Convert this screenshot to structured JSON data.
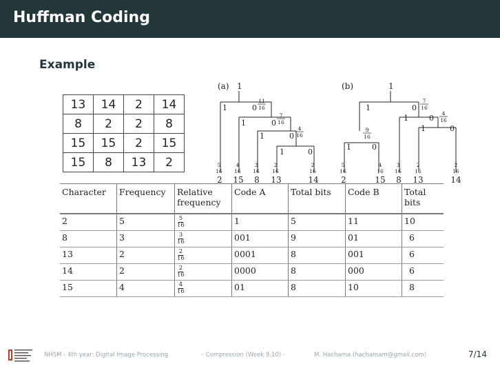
{
  "slide": {
    "title": "Huffman Coding",
    "subtitle": "Example"
  },
  "matrix": [
    [
      "13",
      "14",
      "2",
      "14"
    ],
    [
      "8",
      "2",
      "2",
      "8"
    ],
    [
      "15",
      "15",
      "2",
      "15"
    ],
    [
      "15",
      "8",
      "13",
      "2"
    ]
  ],
  "trees": {
    "a": {
      "label": "(a)",
      "root": "1",
      "node_probs": [
        {
          "n": "11",
          "d": "16"
        },
        {
          "n": "7",
          "d": "16"
        },
        {
          "n": "4",
          "d": "16"
        }
      ],
      "leaf_probs": [
        {
          "n": "5",
          "d": "16"
        },
        {
          "n": "4",
          "d": "16"
        },
        {
          "n": "3",
          "d": "16"
        },
        {
          "n": "2",
          "d": "16"
        },
        {
          "n": "2",
          "d": "16"
        }
      ],
      "leaf_symbols": [
        "2",
        "15",
        "8",
        "13",
        "14"
      ],
      "branch_labels": [
        "1",
        "0",
        "1",
        "0",
        "1",
        "0",
        "1",
        "0"
      ]
    },
    "b": {
      "label": "(b)",
      "root": "1",
      "node_probs": [
        {
          "n": "7",
          "d": "16"
        },
        {
          "n": "4",
          "d": "16"
        },
        {
          "n": "9",
          "d": "16"
        }
      ],
      "leaf_probs": [
        {
          "n": "5",
          "d": "16"
        },
        {
          "n": "4",
          "d": "16"
        },
        {
          "n": "3",
          "d": "16"
        },
        {
          "n": "2",
          "d": "16"
        },
        {
          "n": "2",
          "d": "16"
        }
      ],
      "leaf_symbols": [
        "2",
        "15",
        "8",
        "13",
        "14"
      ],
      "branch_labels": [
        "1",
        "0",
        "1",
        "0",
        "1",
        "0",
        "1",
        "0"
      ]
    }
  },
  "code_table": {
    "headers": [
      "Character",
      "Frequency",
      "Relative frequency",
      "Code A",
      "Total bits",
      "Code B",
      "Total bits"
    ],
    "rows": [
      {
        "character": "2",
        "frequency": "5",
        "rel_n": "5",
        "rel_d": "16",
        "code_a": "1",
        "bits_a": "5",
        "code_b": "11",
        "bits_b": "10"
      },
      {
        "character": "8",
        "frequency": "3",
        "rel_n": "3",
        "rel_d": "16",
        "code_a": "001",
        "bits_a": "9",
        "code_b": "01",
        "bits_b": "6"
      },
      {
        "character": "13",
        "frequency": "2",
        "rel_n": "2",
        "rel_d": "16",
        "code_a": "0001",
        "bits_a": "8",
        "code_b": "001",
        "bits_b": "6"
      },
      {
        "character": "14",
        "frequency": "2",
        "rel_n": "2",
        "rel_d": "16",
        "code_a": "0000",
        "bits_a": "8",
        "code_b": "000",
        "bits_b": "6"
      },
      {
        "character": "15",
        "frequency": "4",
        "rel_n": "4",
        "rel_d": "16",
        "code_a": "01",
        "bits_a": "8",
        "code_b": "10",
        "bits_b": "8"
      }
    ]
  },
  "footer": {
    "left": "NHSM - 4th year: Digital Image Processing",
    "center": "- Compression (Week 9,10) -",
    "right": "M. Hachama (hachamam@gmail.com)",
    "page": "7/14"
  },
  "colors": {
    "titlebar": "#23373b",
    "footer_text": "#9aa6ad",
    "logo_red": "#c0392b"
  },
  "icons": {
    "logo": "institution-logo"
  }
}
